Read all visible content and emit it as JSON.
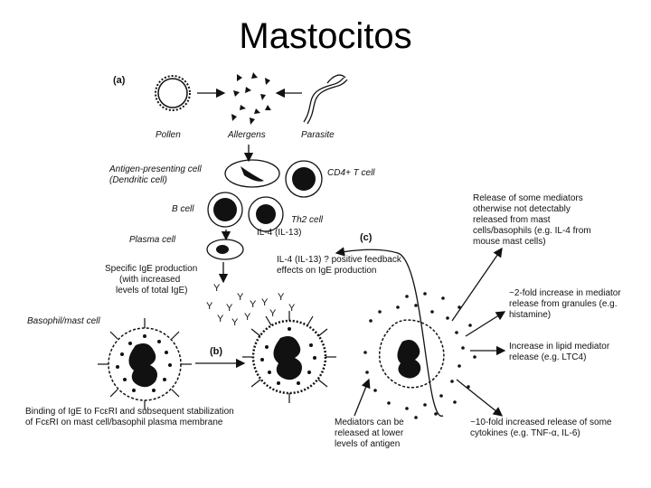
{
  "title": "Mastocitos",
  "panels": {
    "a": "(a)",
    "b": "(b)",
    "c": "(c)"
  },
  "sources": {
    "pollen": "Pollen",
    "allergens": "Allergens",
    "parasite": "Parasite"
  },
  "cells": {
    "apc_1": "Antigen-presenting cell",
    "apc_2": "(Dendritic cell)",
    "cd4": "CD4+ T cell",
    "bcell": "B cell",
    "th2": "Th2 cell",
    "il4": "IL-4 (IL-13)",
    "plasma": "Plasma cell",
    "basophil": "Basophil/mast cell"
  },
  "ige": {
    "line1": "Specific IgE production",
    "line2": "(with increased",
    "line3": "levels of total IgE)"
  },
  "feedback": {
    "line1": "IL-4 (IL-13)  ? positive feedback",
    "line2": "effects on IgE production"
  },
  "binding": {
    "line1": "Binding of IgE to FcεRI and subsequent stabilization",
    "line2": "of FcεRI on mast cell/basophil plasma membrane"
  },
  "mediators_low": {
    "line1": "Mediators can be",
    "line2": "released at lower",
    "line3": "levels of antigen"
  },
  "outcomes": {
    "release": [
      "Release of some mediators",
      "otherwise not detectably",
      "released from mast",
      "cells/basophils (e.g. IL-4 from",
      "mouse mast cells)"
    ],
    "granules": [
      "~2-fold increase in mediator",
      "release from granules (e.g.",
      "histamine)"
    ],
    "lipid": [
      "Increase in lipid mediator",
      "release (e.g. LTC4)"
    ],
    "cytokines": [
      "~10-fold increased release of some",
      "cytokines (e.g. TNF-α, IL-6)"
    ]
  },
  "colors": {
    "ink": "#111111",
    "background": "#ffffff"
  },
  "icons": [
    "pollen-icon",
    "allergen-icon",
    "parasite-icon",
    "mast-cell-icon",
    "arrow-icon"
  ]
}
